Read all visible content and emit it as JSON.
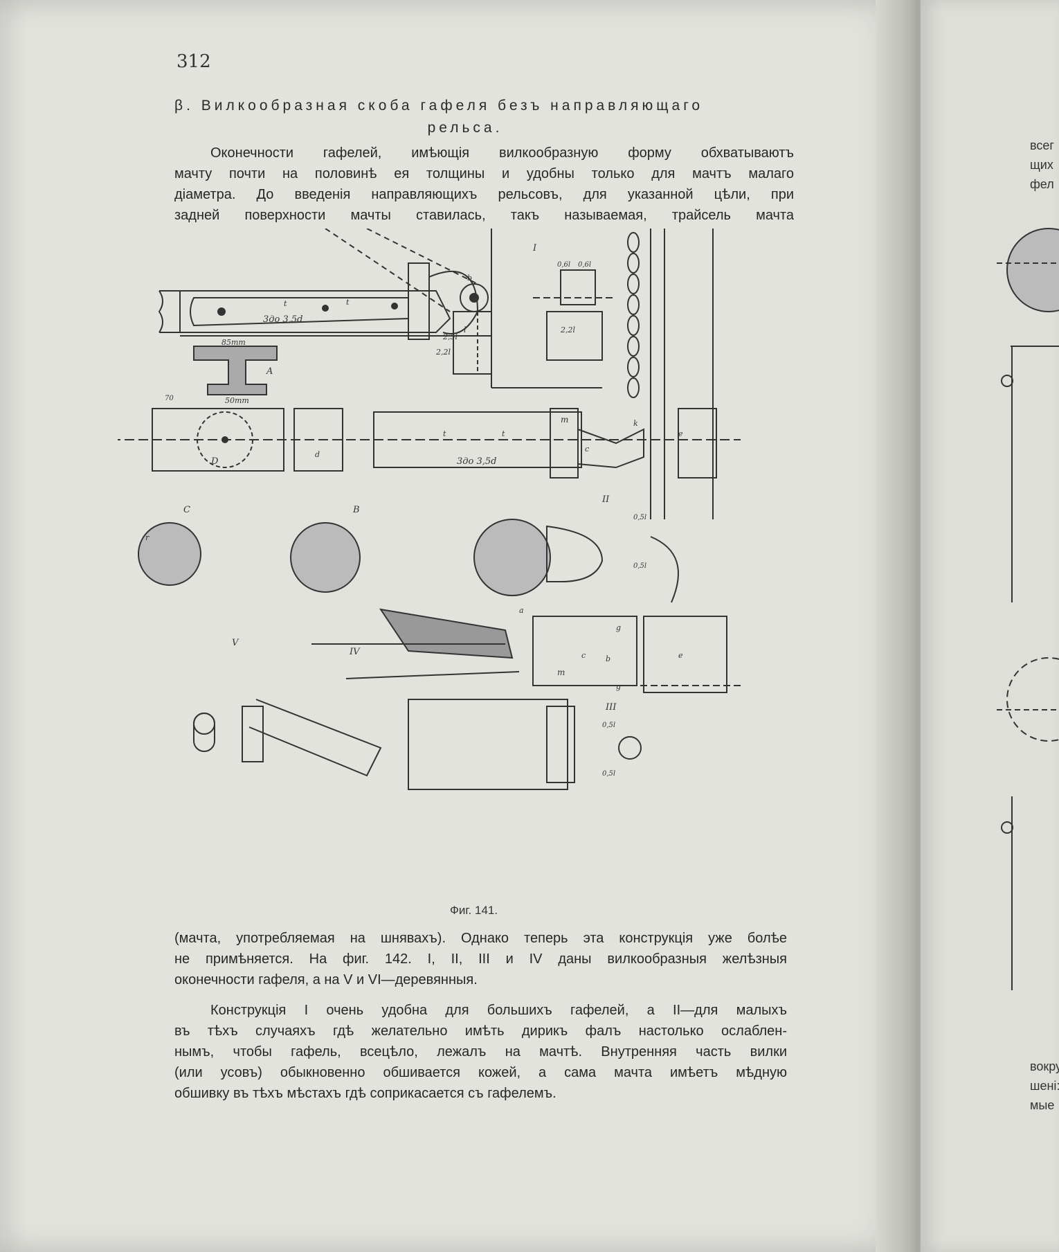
{
  "page_number": "312",
  "heading": {
    "line1": "β. Вилкообразная скоба гафеля безъ направляющаго",
    "line2": "рельса."
  },
  "paragraph1": [
    "Оконечности гафелей, имѣющія вилкообразную форму обхватываютъ",
    "мачту почти на половинѣ ея толщины и удобны только для мачтъ малаго",
    "діаметра. До введенія направляющихъ рельсовъ, для указанной цѣли, при",
    "задней поверхности мачты ставилась, такъ называемая, трайсель мачта"
  ],
  "figure": {
    "caption": "Фиг. 141.",
    "labels": {
      "size_top": "3до 3,5d",
      "size_bottom": "3до 3,5d",
      "width_85": "85mm",
      "width_50": "50mm",
      "label_A": "A",
      "label_B": "B",
      "label_C": "C",
      "label_D": "D",
      "label_I": "I",
      "label_II": "II",
      "label_III": "III",
      "label_IV": "IV",
      "label_V": "V",
      "dim_22l": "2,2l",
      "dim_22l_b": "2,2l",
      "dim_l": "l",
      "dim_25l": "2,5l",
      "dim_06l_a": "0,6l",
      "dim_06l_b": "0,6l",
      "dim_05l_a": "0,5l",
      "dim_05l_b": "0,5l",
      "dim_05l_c": "0,5l",
      "dim_05l_d": "0,5l",
      "mark_m1": "m",
      "mark_m2": "m",
      "mark_t1": "t",
      "mark_t2": "t",
      "mark_t3": "t",
      "mark_t4": "t",
      "mark_c1": "c",
      "mark_c2": "c",
      "mark_b1": "b",
      "mark_b2": "b",
      "mark_g1": "g",
      "mark_g2": "g",
      "mark_e1": "e",
      "mark_e2": "e",
      "mark_a": "a",
      "mark_k": "k",
      "mark_d": "d",
      "mark_70": "70",
      "mark_r": "r"
    }
  },
  "paragraph2": [
    "(мачта, употребляемая на шнявахъ). Однако теперь эта конструкція уже болѣе",
    "не примѣняется. На фиг. 142. I, II, III и IV даны вилкообразныя желѣзныя",
    "оконечности гафеля, а на V и VI—деревянныя."
  ],
  "paragraph3": [
    "Конструкція I очень удобна для большихъ гафелей, а II—для малыхъ",
    "въ тѣхъ случаяхъ гдѣ желательно имѣть дирикъ фалъ настолько ослаблен-",
    "нымъ, чтобы гафель, всецѣло, лежалъ на мачтѣ. Внутренняя часть вилки",
    "(или усовъ) обыкновенно обшивается кожей, а сама мачта имѣетъ мѣдную",
    "обшивку въ тѣхъ мѣстахъ гдѣ соприкасается съ гафелемъ."
  ],
  "right_page": {
    "top_lines": [
      "всег",
      "щих",
      "фел"
    ],
    "bottom_lines": [
      "вокру",
      "шені:",
      "мые"
    ]
  }
}
